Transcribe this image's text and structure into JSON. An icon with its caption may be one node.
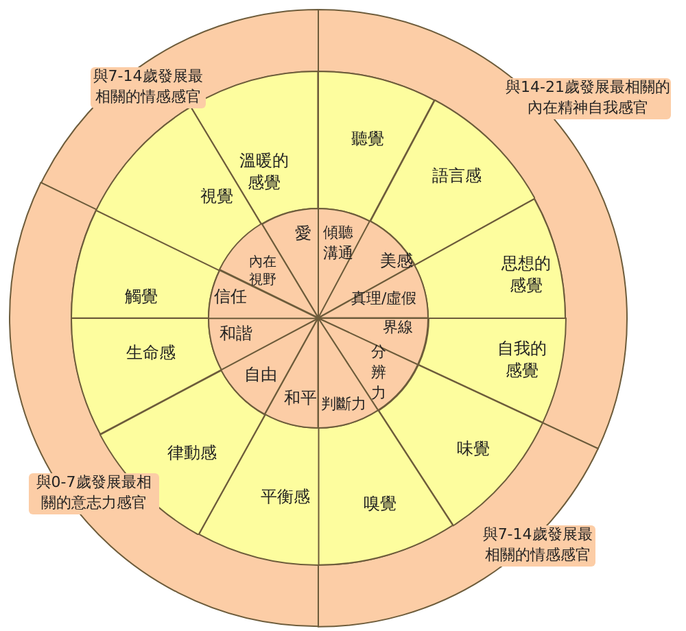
{
  "diagram": {
    "nodes": [
      {
        "text": [
          "與7-14歲發展最相關的情感感官"
        ]
      },
      {
        "text": [
          "與14-21歲發展最相關的內在精神自我感官"
        ]
      },
      {
        "text": [
          "與0-7歲發展最相關的意志力感官"
        ]
      },
      {
        "text": [
          "與7-14歲發展最相關的情感感官"
        ]
      },
      {
        "text": [
          "溫暖的感覺"
        ]
      },
      {
        "text": [
          "聽覺"
        ]
      },
      {
        "text": [
          "語言感"
        ]
      },
      {
        "text": [
          "思想的感覺"
        ]
      },
      {
        "text": [
          "自我的感覺"
        ]
      },
      {
        "text": [
          "味覺"
        ]
      },
      {
        "text": [
          "嗅覺"
        ]
      },
      {
        "text": [
          "平衡感"
        ]
      },
      {
        "text": [
          "律動感"
        ]
      },
      {
        "text": [
          "生命感"
        ]
      },
      {
        "text": [
          "觸覺"
        ]
      },
      {
        "text": [
          "視覺"
        ]
      },
      {
        "text": [
          "愛"
        ]
      },
      {
        "text": [
          "傾聽溝通"
        ]
      },
      {
        "text": [
          "美感"
        ]
      },
      {
        "text": [
          "真理/虛假"
        ]
      },
      {
        "text": [
          "界線"
        ]
      },
      {
        "text": [
          "分辨力"
        ]
      },
      {
        "text": [
          "判斷力"
        ]
      },
      {
        "text": [
          "和平"
        ]
      },
      {
        "text": [
          "自由"
        ]
      },
      {
        "text": [
          "和諧"
        ]
      },
      {
        "text": [
          "信任"
        ]
      },
      {
        "text": [
          "內在視野"
        ]
      }
    ]
  }
}
